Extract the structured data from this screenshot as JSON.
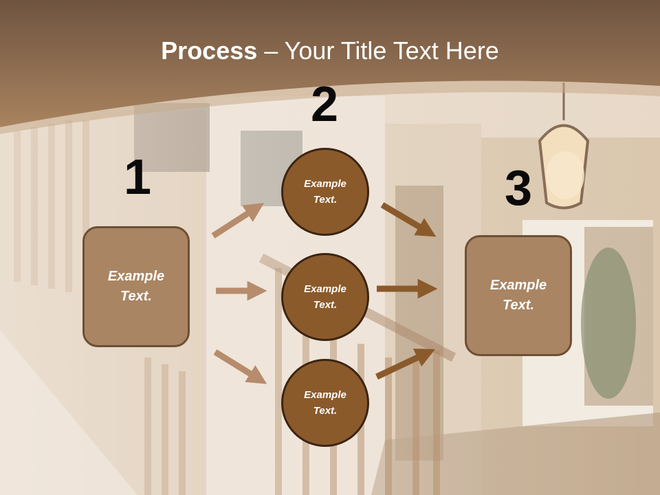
{
  "title": {
    "bold": "Process",
    "rest": " – Your Title Text Here"
  },
  "steps": [
    {
      "number": "1",
      "text": "Example Text."
    },
    {
      "number": "2",
      "items": [
        "Example Text.",
        "Example Text.",
        "Example Text."
      ]
    },
    {
      "number": "3",
      "text": "Example Text."
    }
  ],
  "colors": {
    "header": "#8a6a4e",
    "box_fill": "#a98563",
    "circle_fill": "#8b5a2b",
    "arrow_left": "#b68c6c",
    "arrow_right": "#8b5a2b"
  }
}
